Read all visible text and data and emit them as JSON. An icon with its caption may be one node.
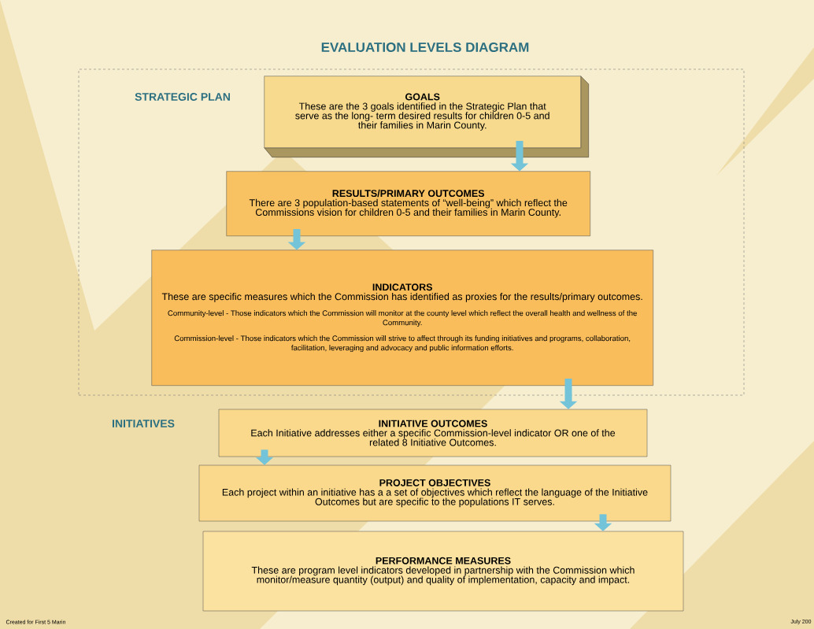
{
  "diagram": {
    "title": "EVALUATION LEVELS DIAGRAM",
    "nodes": [
      {
        "text": [
          "STRATEGIC PLAN"
        ]
      },
      {
        "text": [
          "GOALS",
          "These are the 3 goals identified in the Strategic Plan that serve as the long- term desired results for children 0-5 and their families in Marin County."
        ],
        "in": 0
      },
      {
        "text": [
          "RESULTS/PRIMARY OUTCOMES",
          "There are 3 population-based statements of “well-being” which reflect the Commissions vision for children 0-5 and their families in Marin County."
        ],
        "in": 0
      },
      {
        "text": [
          "INDICATORS",
          "These are specific measures which the Commission has identified as proxies for the results/primary outcomes.",
          "Community-level - Those indicators which the Commission will monitor at the county level which reflect the overall health and wellness of the Community.",
          "Commission-level - Those indicators which the Commission will strive to affect through its funding initiatives and programs, collaboration, facilitation, leveraging and advocacy and public information efforts."
        ],
        "in": 0
      },
      {
        "text": [
          "INITIATIVE OUTCOMES",
          "Each Initiative addresses either a specific Commission-level indicator OR one of the related 8 Initiative Outcomes."
        ]
      },
      {
        "text": [
          "PROJECT OBJECTIVES",
          "Each project within an initiative has a a set of objectives which reflect the language of the Initiative Outcomes but are specific to the populations IT serves."
        ]
      },
      {
        "text": [
          "PERFORMANCE MEASURES",
          "These are program level indicators developed in partnership with the Commission which monitor/measure quantity (output) and quality of implementation, capacity and impact."
        ]
      }
    ],
    "edges": [
      {
        "from": 1,
        "to": 2,
        "arrow": "to"
      },
      {
        "from": 2,
        "to": 3,
        "arrow": "to"
      },
      {
        "from": 3,
        "to": 4,
        "arrow": "to"
      },
      {
        "from": 4,
        "to": 5,
        "arrow": "to"
      },
      {
        "from": 5,
        "to": 6,
        "arrow": "to"
      }
    ],
    "labels": [
      "INITIATIVES",
      "Created for First 5 Marin",
      "July 200"
    ]
  }
}
